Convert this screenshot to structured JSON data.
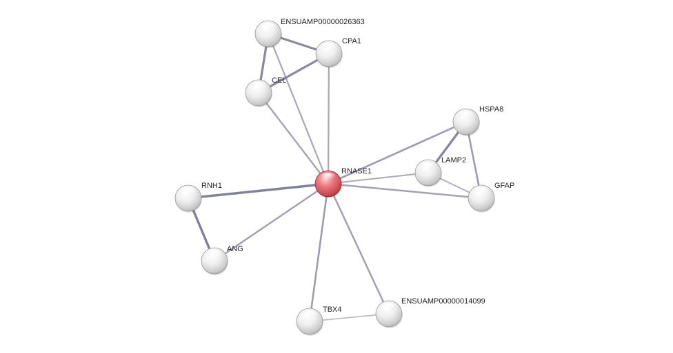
{
  "colors": {
    "query_node": "#d9535a",
    "default_node": "#e4e4e4",
    "edge": "#6e6e8a",
    "label": "#222222",
    "background": "#ffffff"
  },
  "nodes": [
    {
      "id": "RNASE1",
      "label": "RNASE1",
      "query": true
    },
    {
      "id": "ENSUAMP00000026363",
      "label": "ENSUAMP00000026363",
      "query": false
    },
    {
      "id": "CPA1",
      "label": "CPA1",
      "query": false
    },
    {
      "id": "CEL",
      "label": "CEL",
      "query": false
    },
    {
      "id": "HSPA8",
      "label": "HSPA8",
      "query": false
    },
    {
      "id": "LAMP2",
      "label": "LAMP2",
      "query": false
    },
    {
      "id": "GFAP",
      "label": "GFAP",
      "query": false
    },
    {
      "id": "RNH1",
      "label": "RNH1",
      "query": false
    },
    {
      "id": "ANG",
      "label": "ANG",
      "query": false
    },
    {
      "id": "TBX4",
      "label": "TBX4",
      "query": false
    },
    {
      "id": "ENSUAMP00000014099",
      "label": "ENSUAMP00000014099",
      "query": false
    }
  ],
  "edges": [
    {
      "source": "ENSUAMP00000026363",
      "target": "CPA1",
      "strength": 0.85
    },
    {
      "source": "ENSUAMP00000026363",
      "target": "CEL",
      "strength": 0.85
    },
    {
      "source": "CPA1",
      "target": "CEL",
      "strength": 0.85
    },
    {
      "source": "ENSUAMP00000026363",
      "target": "RNASE1",
      "strength": 0.45
    },
    {
      "source": "CPA1",
      "target": "RNASE1",
      "strength": 0.45
    },
    {
      "source": "CEL",
      "target": "RNASE1",
      "strength": 0.5
    },
    {
      "source": "HSPA8",
      "target": "RNASE1",
      "strength": 0.6
    },
    {
      "source": "HSPA8",
      "target": "LAMP2",
      "strength": 0.9
    },
    {
      "source": "HSPA8",
      "target": "GFAP",
      "strength": 0.6
    },
    {
      "source": "LAMP2",
      "target": "GFAP",
      "strength": 0.35
    },
    {
      "source": "LAMP2",
      "target": "RNASE1",
      "strength": 0.4
    },
    {
      "source": "GFAP",
      "target": "RNASE1",
      "strength": 0.55
    },
    {
      "source": "RNH1",
      "target": "RNASE1",
      "strength": 0.95
    },
    {
      "source": "RNH1",
      "target": "ANG",
      "strength": 0.95
    },
    {
      "source": "ANG",
      "target": "RNASE1",
      "strength": 0.55
    },
    {
      "source": "TBX4",
      "target": "RNASE1",
      "strength": 0.6
    },
    {
      "source": "ENSUAMP00000014099",
      "target": "RNASE1",
      "strength": 0.55
    },
    {
      "source": "TBX4",
      "target": "ENSUAMP00000014099",
      "strength": 0.2
    }
  ]
}
